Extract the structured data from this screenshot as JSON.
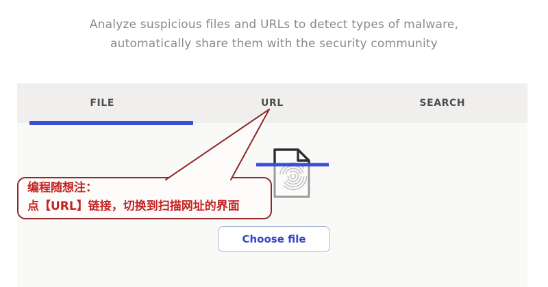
{
  "header": {
    "line1": "Analyze suspicious files and URLs to detect types of malware,",
    "line2": "automatically share them with the security community"
  },
  "tabs": [
    {
      "label": "FILE",
      "active": true
    },
    {
      "label": "URL",
      "active": false
    },
    {
      "label": "SEARCH",
      "active": false
    }
  ],
  "uploader": {
    "choose_file_label": "Choose file",
    "icon": "document-fingerprint-scan-icon"
  },
  "annotation": {
    "line1": "编程随想注：",
    "line2": "点【URL】链接，切换到扫描网址的界面",
    "points_to": "URL"
  },
  "colors": {
    "accent_blue": "#3a4fd8",
    "button_text_blue": "#3447c5",
    "button_border": "#a7b4d4",
    "tab_strip_bg": "#f0efee",
    "content_bg": "#f9f9f8",
    "tab_text": "#4d4d4d",
    "header_text": "#8a8a8a",
    "annotation_border_red": "#8e2727",
    "annotation_text_red": "#c52222",
    "annotation_fill": "#fdfcfa",
    "doc_dark_stroke": "#2e2e2e",
    "doc_gray_stroke": "#9a9a9a",
    "fingerprint_gray": "#c5c5c5"
  }
}
